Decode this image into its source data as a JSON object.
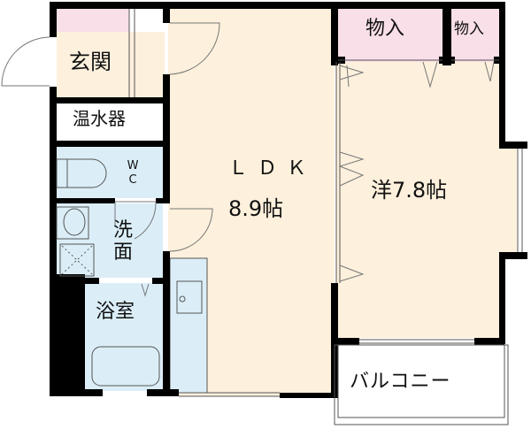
{
  "floor_plan": {
    "rooms": {
      "entrance": {
        "label": "玄関"
      },
      "water_heater": {
        "label": "温水器"
      },
      "toilet": {
        "label_line1": "W",
        "label_line2": "C"
      },
      "washroom": {
        "label_line1": "洗",
        "label_line2": "面"
      },
      "bathroom": {
        "label": "浴室"
      },
      "ldk": {
        "name": "ＬＤＫ",
        "size": "8.9帖"
      },
      "western_room": {
        "label": "洋7.8帖"
      },
      "closet_large": {
        "label": "物入"
      },
      "closet_small": {
        "label": "物入"
      },
      "balcony": {
        "label": "バルコニー"
      }
    },
    "colors": {
      "wall": "#000000",
      "floor_wood": "#fdf0dc",
      "floor_wet": "#dbeef8",
      "closet_pink": "#f9dfe8",
      "line": "#555555"
    }
  }
}
